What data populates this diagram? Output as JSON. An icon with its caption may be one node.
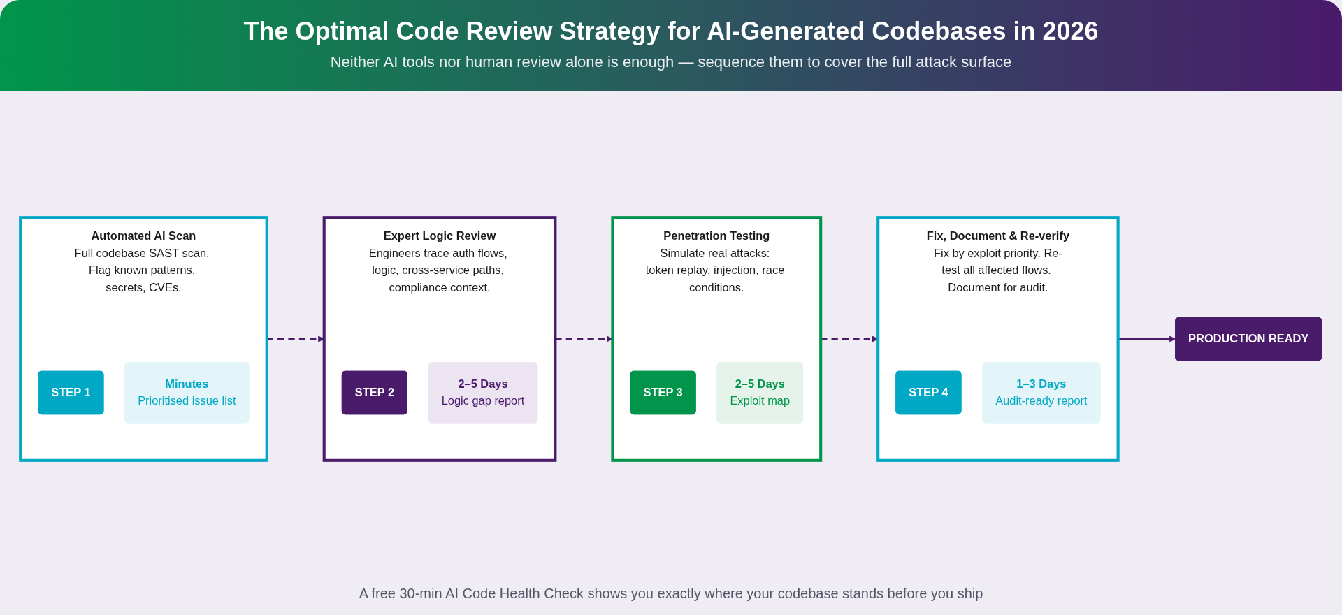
{
  "diagram": {
    "title": "The Optimal Code Review Strategy for AI-Generated Codebases in 2026",
    "caption": "A free 30-min AI Code Health Check shows you exactly where your codebase stands before you ship",
    "nodes": [
      {
        "text": [
          "Automated AI Scan",
          "Full codebase SAST scan. Flag known patterns, secrets, CVEs."
        ]
      },
      {
        "text": [
          "STEP 1"
        ],
        "in": 0
      },
      {
        "text": [
          "Minutes",
          "Prioritised issue list"
        ],
        "in": 0
      },
      {
        "text": [
          "Expert Logic Review",
          "Engineers trace auth flows, logic, cross-service paths, compliance context."
        ]
      },
      {
        "text": [
          "STEP 2"
        ],
        "in": 3
      },
      {
        "text": [
          "2–5 Days",
          "Logic gap report"
        ],
        "in": 3
      },
      {
        "text": [
          "Penetration Testing",
          "Simulate real attacks: token replay, injection, race conditions."
        ]
      },
      {
        "text": [
          "STEP 3"
        ],
        "in": 6
      },
      {
        "text": [
          "2–5 Days",
          "Exploit map"
        ],
        "in": 6
      },
      {
        "text": [
          "Fix, Document & Re-verify",
          "Fix by exploit priority. Re-test all affected flows. Document for audit."
        ]
      },
      {
        "text": [
          "STEP 4"
        ],
        "in": 9
      },
      {
        "text": [
          "1–3 Days",
          "Audit-ready report"
        ],
        "in": 9
      },
      {
        "text": [
          "PRODUCTION READY"
        ]
      }
    ],
    "edges": [
      {
        "from": 0,
        "to": 3,
        "arrow": "to",
        "style": "dashed"
      },
      {
        "from": 3,
        "to": 6,
        "arrow": "to",
        "style": "dashed"
      },
      {
        "from": 6,
        "to": 9,
        "arrow": "to",
        "style": "dashed"
      },
      {
        "from": 9,
        "to": 12,
        "arrow": "to"
      }
    ],
    "labels": [
      "Neither AI tools nor human review alone is enough — sequence them to cover the full attack surface"
    ]
  }
}
